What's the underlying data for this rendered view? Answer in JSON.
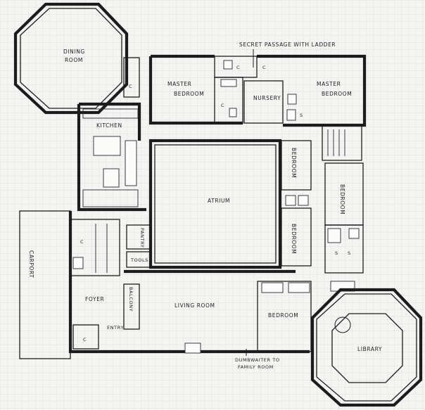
{
  "labels": {
    "dining_room_1": "DINING",
    "dining_room_2": "ROOM",
    "kitchen": "KITCHEN",
    "master_bedroom_left_1": "MASTER",
    "master_bedroom_left_2": "BEDROOM",
    "master_bedroom_right_1": "MASTER",
    "master_bedroom_right_2": "BEDROOM",
    "secret_passage": "SECRET PASSAGE WITH LADDER",
    "nursery": "NURSERY",
    "atrium": "ATRIUM",
    "bedroom_upper": "BEDROOM",
    "bedroom_middle": "BEDROOM",
    "bedroom_right": "BEDROOM",
    "bedroom_lower": "BEDROOM",
    "pantry": "PANTRY",
    "tools": "TOOLS",
    "carport": "CARPORT",
    "foyer": "FOYER",
    "balcony": "BALCONY",
    "entry": "ENTRY",
    "living_room": "LIVING ROOM",
    "dumbwaiter_1": "DUMBWAITER TO",
    "dumbwaiter_2": "FAMILY ROOM",
    "library": "LIBRARY",
    "closet": "C",
    "shower": "S"
  },
  "colors": {
    "paper": "#f4f4f2",
    "grid": "#d9d9d9",
    "ink": "#1c1c1c"
  }
}
